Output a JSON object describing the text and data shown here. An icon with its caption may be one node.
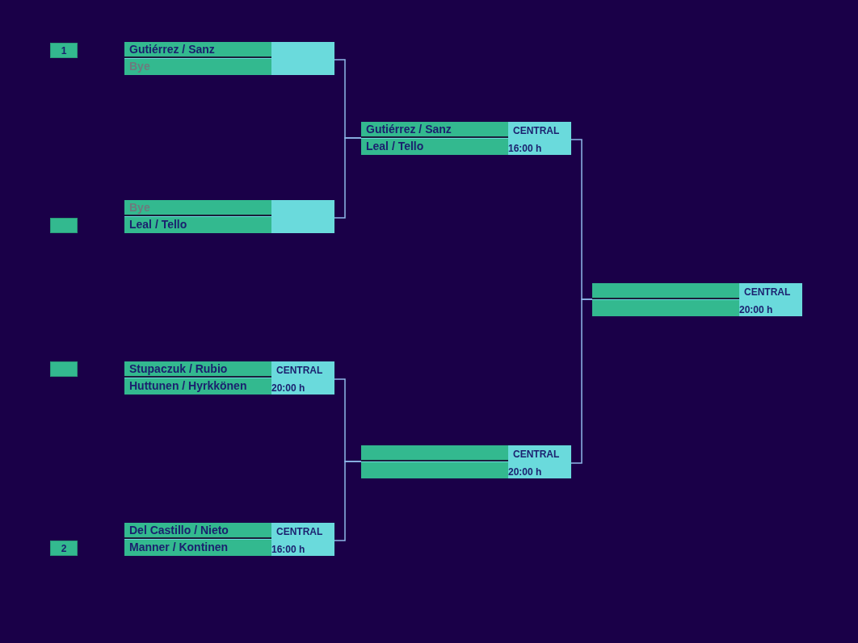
{
  "diagram": {
    "nodes": [
      {
        "text": [
          "1"
        ]
      },
      {
        "text": [
          "Gutiérrez / Sanz",
          "Bye"
        ]
      },
      {
        "text": [],
        "shape": "box"
      },
      {
        "text": [
          "Bye",
          "Leal  / Tello"
        ]
      },
      {
        "text": [],
        "shape": "box"
      },
      {
        "text": [
          "Stupaczuk / Rubio",
          "Huttunen / Hyrkkönen",
          "CENTRAL",
          "20:00 h"
        ]
      },
      {
        "text": [
          "2"
        ]
      },
      {
        "text": [
          "Del Castillo / Nieto",
          "Manner / Kontinen",
          "CENTRAL",
          "16:00 h"
        ]
      },
      {
        "text": [
          "Gutiérrez / Sanz",
          "Leal  / Tello",
          "CENTRAL",
          "16:00 h"
        ]
      },
      {
        "text": [
          "CENTRAL",
          "20:00 h"
        ]
      },
      {
        "text": [
          "CENTRAL",
          "20:00 h"
        ]
      }
    ],
    "edges": [
      {
        "from": 1,
        "to": 8,
        "arrow": "none"
      },
      {
        "from": 3,
        "to": 8,
        "arrow": "none"
      },
      {
        "from": 5,
        "to": 9,
        "arrow": "none"
      },
      {
        "from": 7,
        "to": 9,
        "arrow": "none"
      },
      {
        "from": 8,
        "to": 10,
        "arrow": "none"
      },
      {
        "from": 9,
        "to": 10,
        "arrow": "none"
      }
    ]
  }
}
